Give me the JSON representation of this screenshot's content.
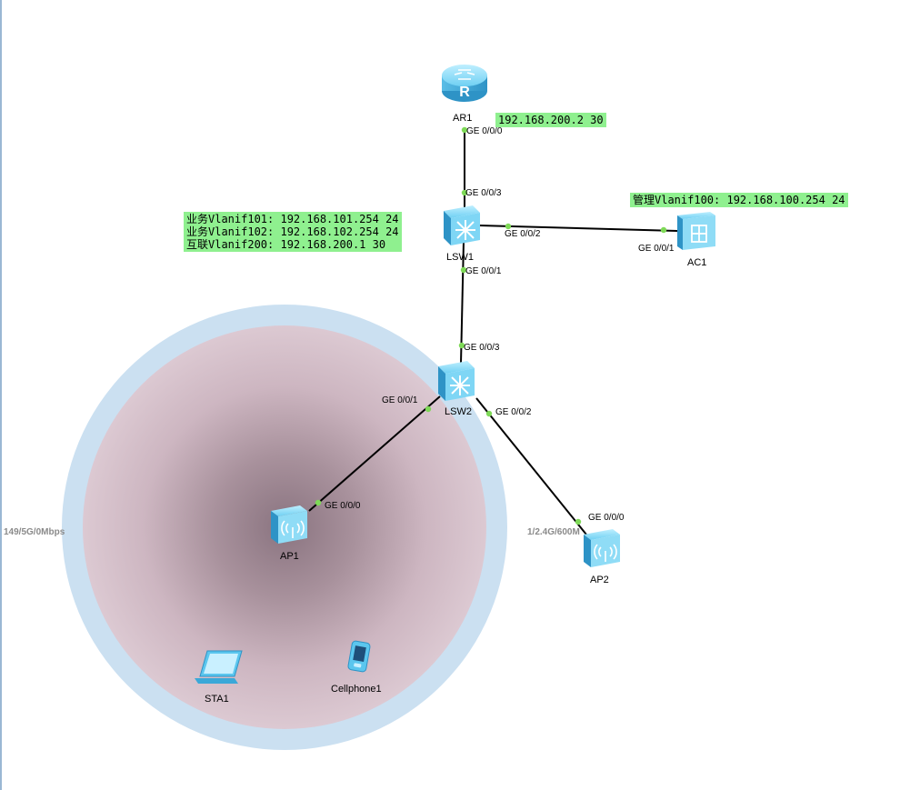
{
  "devices": {
    "ar1": "AR1",
    "lsw1": "LSW1",
    "lsw2": "LSW2",
    "ac1": "AC1",
    "ap1": "AP1",
    "ap2": "AP2",
    "sta1": "STA1",
    "cellphone1": "Cellphone1"
  },
  "ports": {
    "ar1_ge000": "GE 0/0/0",
    "lsw1_ge003": "GE 0/0/3",
    "lsw1_ge002": "GE 0/0/2",
    "lsw1_ge001": "GE 0/0/1",
    "ac1_ge001": "GE 0/0/1",
    "lsw2_ge003": "GE 0/0/3",
    "lsw2_ge001": "GE 0/0/1",
    "lsw2_ge002": "GE 0/0/2",
    "ap1_ge000": "GE 0/0/0",
    "ap2_ge000": "GE 0/0/0"
  },
  "notes": {
    "ar1_ip": "192.168.200.2 30",
    "ac1_mgmt": "管理Vlanif100: 192.168.100.254 24",
    "lsw1_line1": "业务Vlanif101: 192.168.101.254 24",
    "lsw1_line2": "业务Vlanif102: 192.168.102.254 24",
    "lsw1_line3": "互联Vlanif200: 192.168.200.1 30"
  },
  "radio": {
    "ap1_5g": "149/5G/0Mbps",
    "ap2_24g": "1/2.4G/600M"
  },
  "colors": {
    "link": "#000000",
    "port_dot": "#7ed957",
    "note_bg": "#8ff08f",
    "coverage_outer": "#c8dff0",
    "coverage_inner": "#d8c4cf",
    "device_blue": "#5bc6ee"
  },
  "icons": {
    "router": "router-icon",
    "switch": "switch-icon",
    "ac": "access-controller-icon",
    "ap": "access-point-icon",
    "laptop": "laptop-icon",
    "phone": "cellphone-icon"
  }
}
